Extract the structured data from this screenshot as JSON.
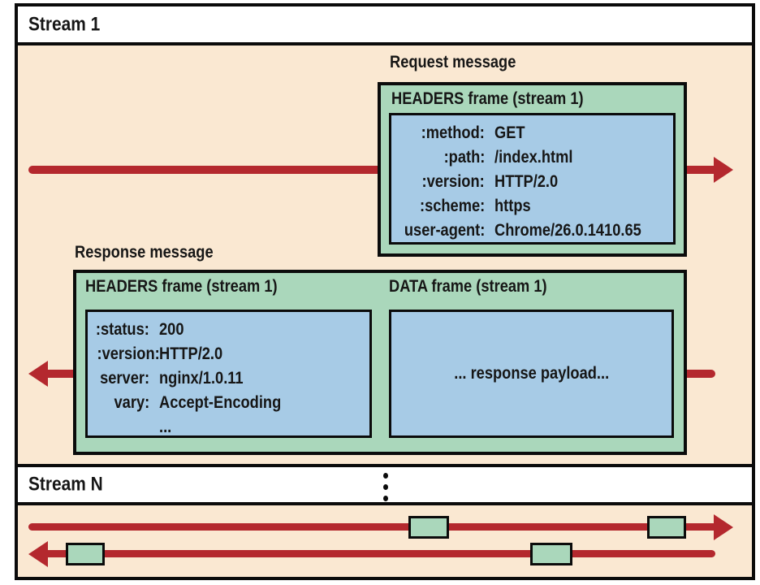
{
  "colors": {
    "background_panel": "#fae8d2",
    "frame_green": "#aad7bb",
    "frame_blue": "#a7cbe6",
    "arrow_red": "#b4282e",
    "line_black": "#0b0b0b"
  },
  "stream1": {
    "label": "Stream 1"
  },
  "request": {
    "message_label": "Request message",
    "frame_title": "HEADERS frame (stream 1)",
    "headers": [
      {
        "key": ":method:",
        "value": "GET"
      },
      {
        "key": ":path:",
        "value": "/index.html"
      },
      {
        "key": ":version:",
        "value": "HTTP/2.0"
      },
      {
        "key": ":scheme:",
        "value": "https"
      },
      {
        "key": "user-agent:",
        "value": "Chrome/26.0.1410.65"
      }
    ]
  },
  "response": {
    "message_label": "Response message",
    "headers_frame_title": "HEADERS frame (stream 1)",
    "data_frame_title": "DATA frame (stream 1)",
    "headers": [
      {
        "key": ":status:",
        "value": "200"
      },
      {
        "key": ":version:",
        "value": "HTTP/2.0"
      },
      {
        "key": "server:",
        "value": "nginx/1.0.11"
      },
      {
        "key": "vary:",
        "value": "Accept-Encoding"
      },
      {
        "key": "",
        "value": "..."
      }
    ],
    "data_payload": "... response payload..."
  },
  "streamN": {
    "label": "Stream N"
  }
}
